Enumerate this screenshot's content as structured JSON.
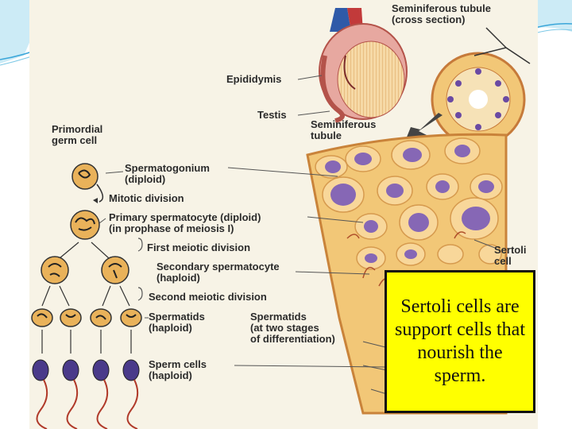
{
  "labels": {
    "seminiferous_tubule_cross_section": "Seminiferous tubule\n(cross section)",
    "epididymis": "Epididymis",
    "testis": "Testis",
    "seminiferous_tubule": "Seminiferous\ntubule",
    "primordial_germ_cell": "Primordial\ngerm cell",
    "spermatogonium": "Spermatogonium\n(diploid)",
    "mitotic_division": "Mitotic division",
    "primary_spermatocyte": "Primary spermatocyte (diploid)\n(in prophase of meiosis I)",
    "first_meiotic_division": "First meiotic division",
    "secondary_spermatocyte": "Secondary spermatocyte\n(haploid)",
    "second_meiotic_division": "Second meiotic division",
    "spermatids_haploid": "Spermatids\n(haploid)",
    "spermatids_two_stages": "Spermatids\n(at two stages\nof differentiation)",
    "sperm_cells": "Sperm cells\n(haploid)",
    "sertoli_cell": "Sertoli\ncell"
  },
  "callout": {
    "text": "Sertoli cells are support cells that nourish the sperm."
  },
  "colors": {
    "callout_bg": "#ffff00",
    "cell_fill": "#e9b25a",
    "tissue_fill": "#f2c777",
    "nucleus": "#6a4aa3",
    "label_text": "#2b2b2b",
    "slide_accent": "#3aa6d9"
  }
}
